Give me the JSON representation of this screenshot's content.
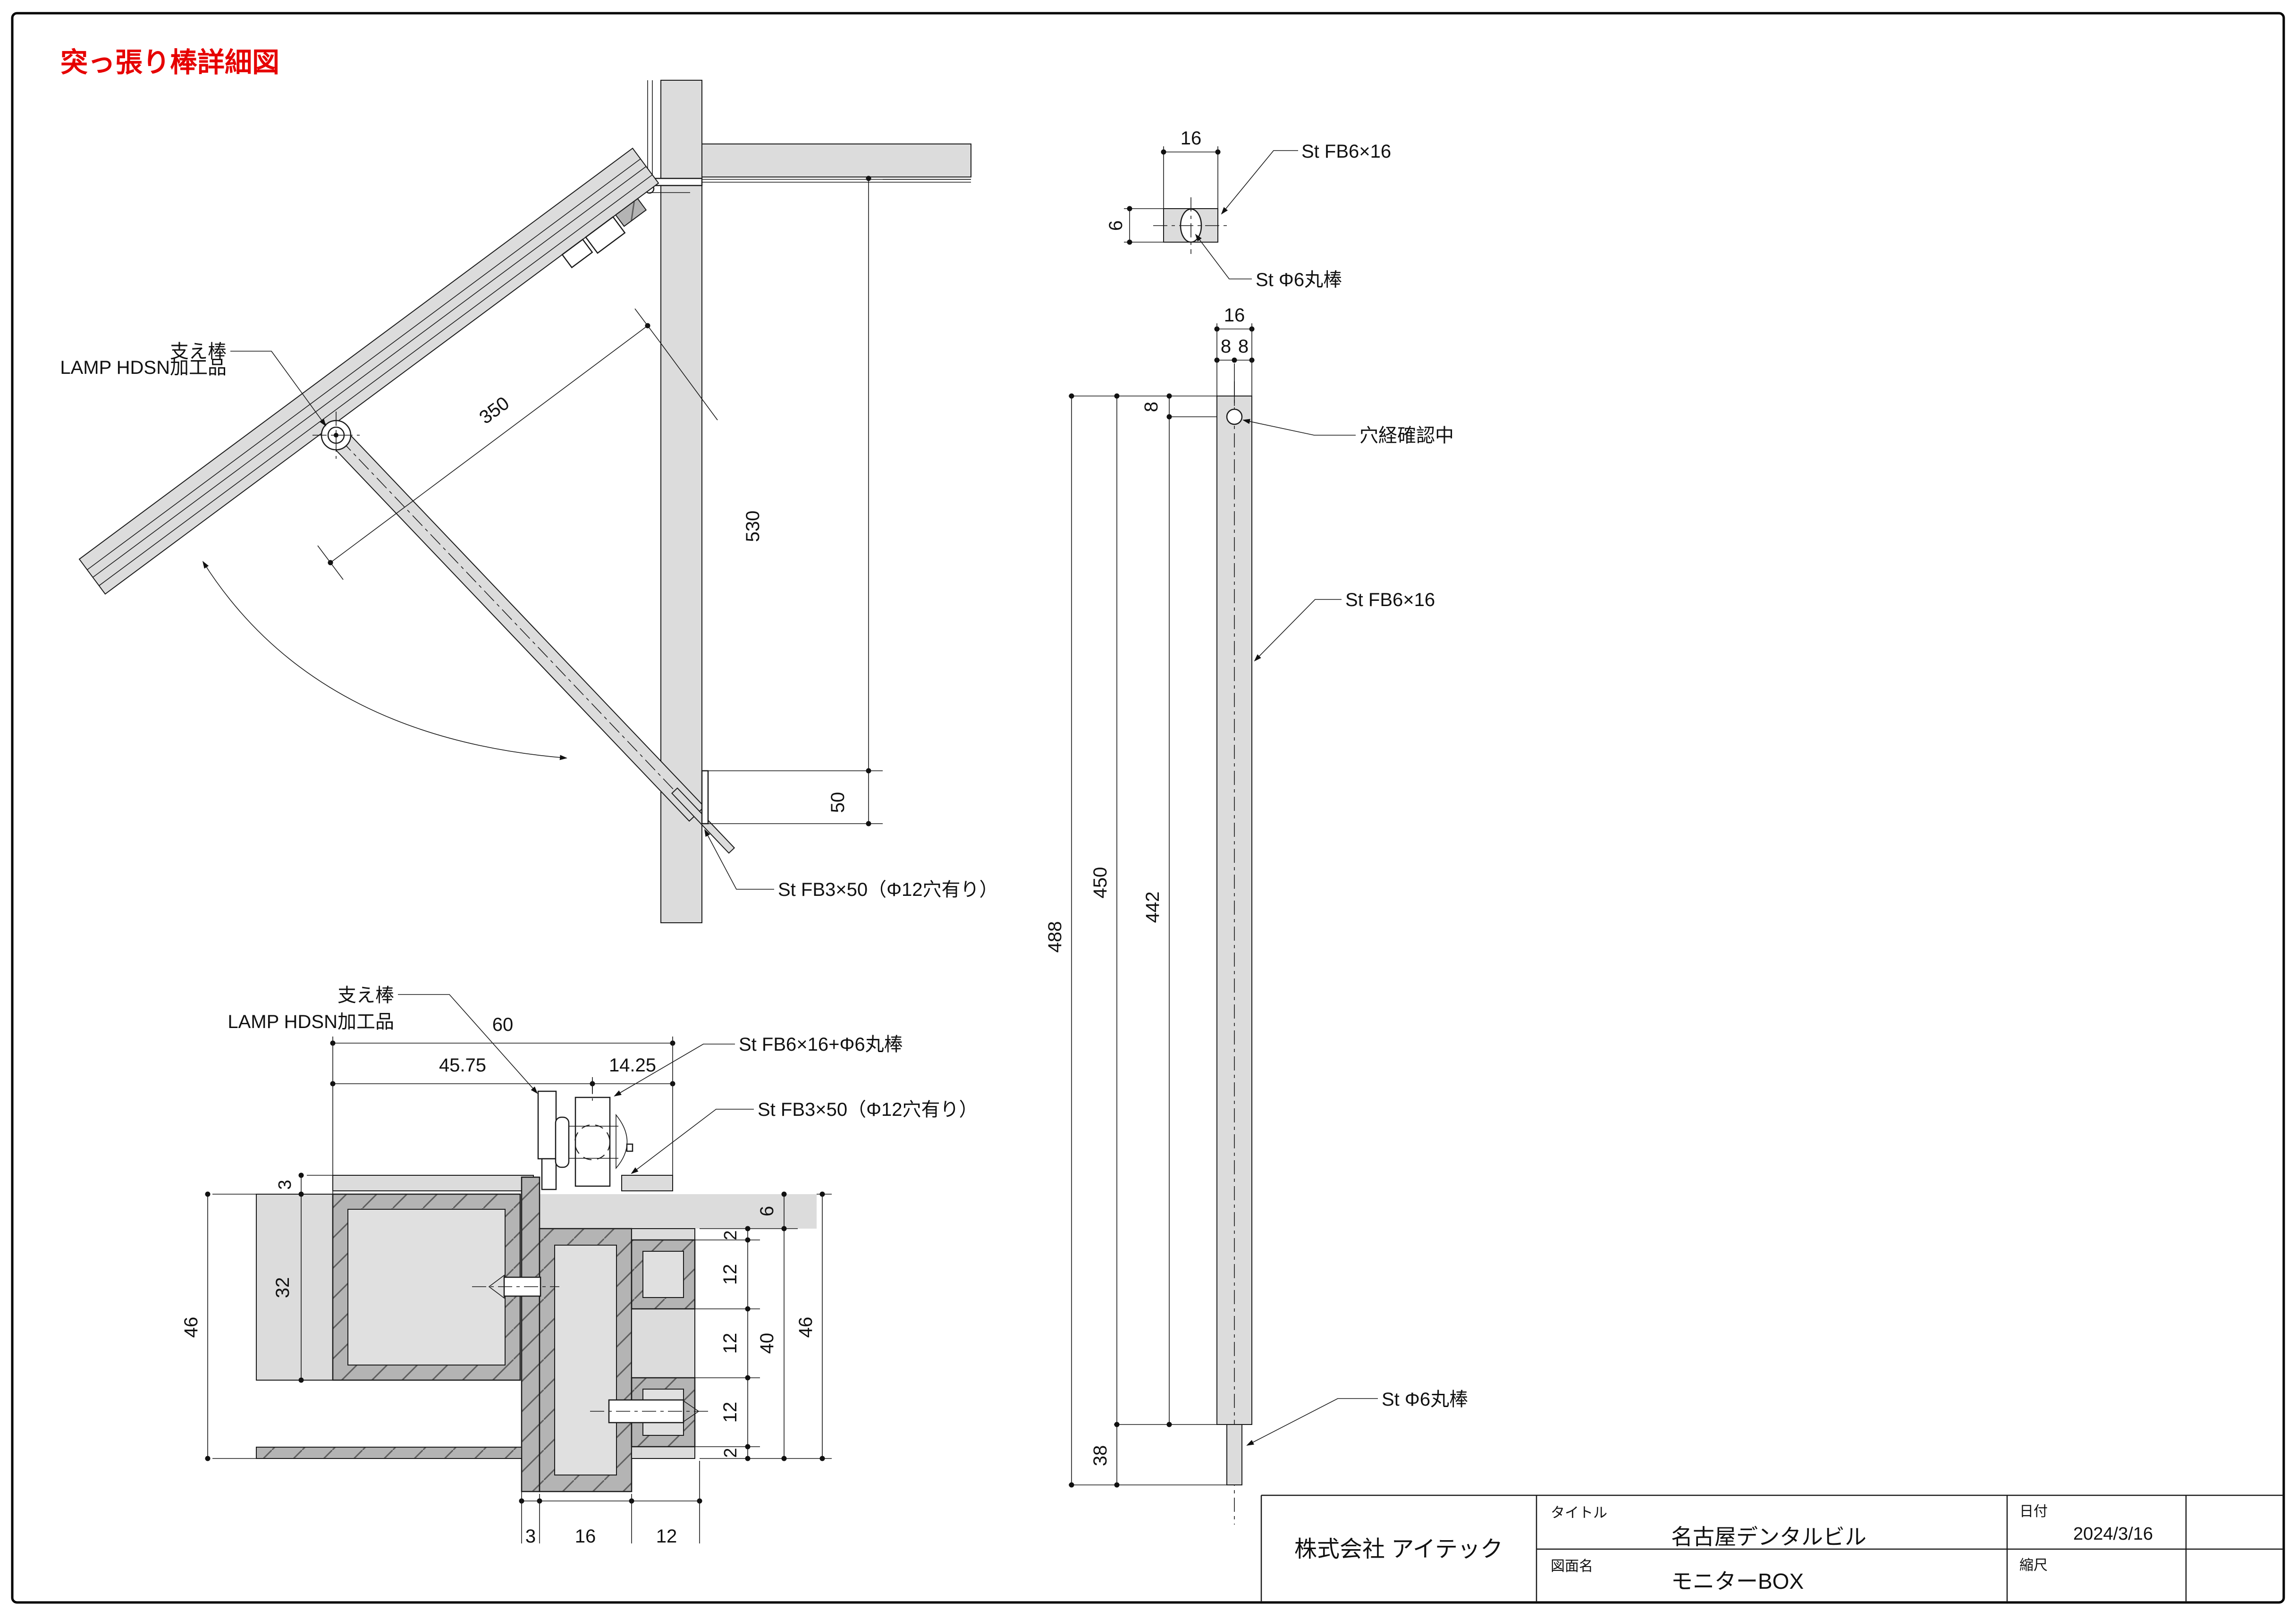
{
  "sheet": {
    "title": "突っ張り棒詳細図"
  },
  "side_view": {
    "labels": {
      "support_rod_name": "支え棒",
      "support_rod_maker": "LAMP HDSN加工品",
      "wall_plate": "St FB3×50（Φ12穴有り）"
    },
    "dims": {
      "panel_length": "350",
      "wall_drop": "530",
      "plate_height": "50"
    }
  },
  "cross_section": {
    "labels": {
      "flat_bar": "St FB6×16",
      "round_bar": "St Φ6丸棒"
    },
    "dims": {
      "width": "16",
      "height": "6"
    }
  },
  "front_view": {
    "labels": {
      "hole_note": "穴経確認中",
      "flat_bar": "St FB6×16",
      "round_bar": "St Φ6丸棒"
    },
    "dims": {
      "w16": "16",
      "w8a": "8",
      "w8b": "8",
      "top_to_hole": "8",
      "total": "488",
      "bar_len": "450",
      "hole_to_end": "442",
      "rod_tip": "38"
    }
  },
  "plan_view": {
    "labels": {
      "support_rod_name": "支え棒",
      "support_rod_maker": "LAMP HDSN加工品",
      "bar_with_rod": "St FB6×16+Φ6丸棒",
      "wall_plate": "St FB3×50（Φ12穴有り）"
    },
    "dims": {
      "d60": "60",
      "d4575": "45.75",
      "d1425": "14.25",
      "d3top": "3",
      "d32": "32",
      "d46left": "46",
      "d6": "6",
      "d2a": "2",
      "d12a": "12",
      "d12b": "12",
      "d12c": "12",
      "d2b": "2",
      "d40": "40",
      "d46right": "46",
      "b3": "3",
      "b16": "16",
      "b12": "12"
    }
  },
  "title_block": {
    "company": "株式会社 アイテック",
    "title_label": "タイトル",
    "title_value": "名古屋デンタルビル",
    "date_label": "日付",
    "date_value": "2024/3/16",
    "drawing_label": "図面名",
    "drawing_value": "モニターBOX",
    "scale_label": "縮尺"
  }
}
